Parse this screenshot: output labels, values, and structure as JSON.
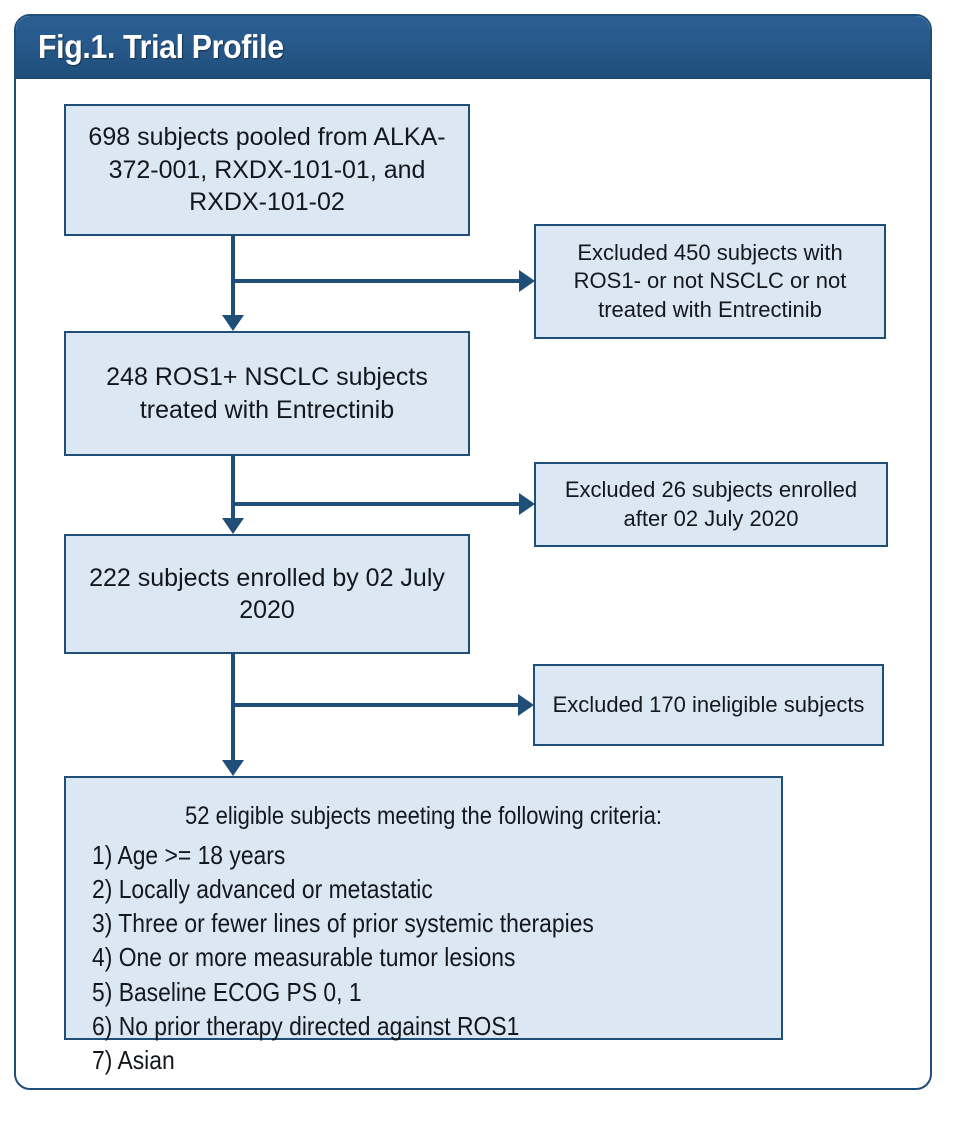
{
  "figure": {
    "title": "Fig.1. Trial Profile",
    "accent_color": "#1f4e79",
    "box_fill_color": "#dce7f4",
    "box_border_color": "#1f4e79",
    "title_text_color": "#ffffff"
  },
  "flow": {
    "nodes": [
      {
        "id": "pooled",
        "kind": "main",
        "text": "698 subjects pooled from ALKA-372-001, RXDX-101-01, and RXDX-101-02"
      },
      {
        "id": "excluded-1",
        "kind": "exclusion",
        "text": "Excluded 450 subjects with ROS1- or not NSCLC or not treated with Entrectinib"
      },
      {
        "id": "ros1-treated",
        "kind": "main",
        "text": "248 ROS1+ NSCLC subjects treated with Entrectinib"
      },
      {
        "id": "excluded-2",
        "kind": "exclusion",
        "text": "Excluded 26 subjects enrolled after 02 July 2020"
      },
      {
        "id": "enrolled",
        "kind": "main",
        "text": "222 subjects enrolled by 02 July 2020"
      },
      {
        "id": "excluded-3",
        "kind": "exclusion",
        "text": "Excluded 170 ineligible subjects"
      }
    ],
    "eligible": {
      "heading": "52 eligible subjects meeting the following criteria:",
      "criteria": [
        "1) Age >= 18 years",
        "2) Locally advanced or metastatic",
        "3) Three or fewer lines of prior systemic therapies",
        "4) One or more measurable tumor lesions",
        "5) Baseline ECOG PS 0, 1",
        "6) No prior therapy directed against ROS1",
        "7) Asian"
      ]
    }
  }
}
